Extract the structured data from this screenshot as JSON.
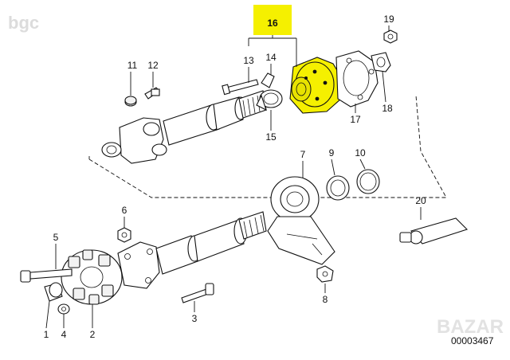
{
  "watermark_top": "bgc",
  "watermark_bottom": "BAZAR",
  "doc_number": "00003467",
  "highlight_color": "#f5f000",
  "highlight_label": "16",
  "part_numbers": {
    "p1": "1",
    "p2": "2",
    "p3": "3",
    "p4": "4",
    "p5": "5",
    "p6": "6",
    "p7": "7",
    "p8": "8",
    "p9": "9",
    "p10": "10",
    "p11": "11",
    "p12": "12",
    "p13": "13",
    "p14": "14",
    "p15": "15",
    "p17": "17",
    "p18": "18",
    "p19": "19",
    "p20": "20"
  }
}
